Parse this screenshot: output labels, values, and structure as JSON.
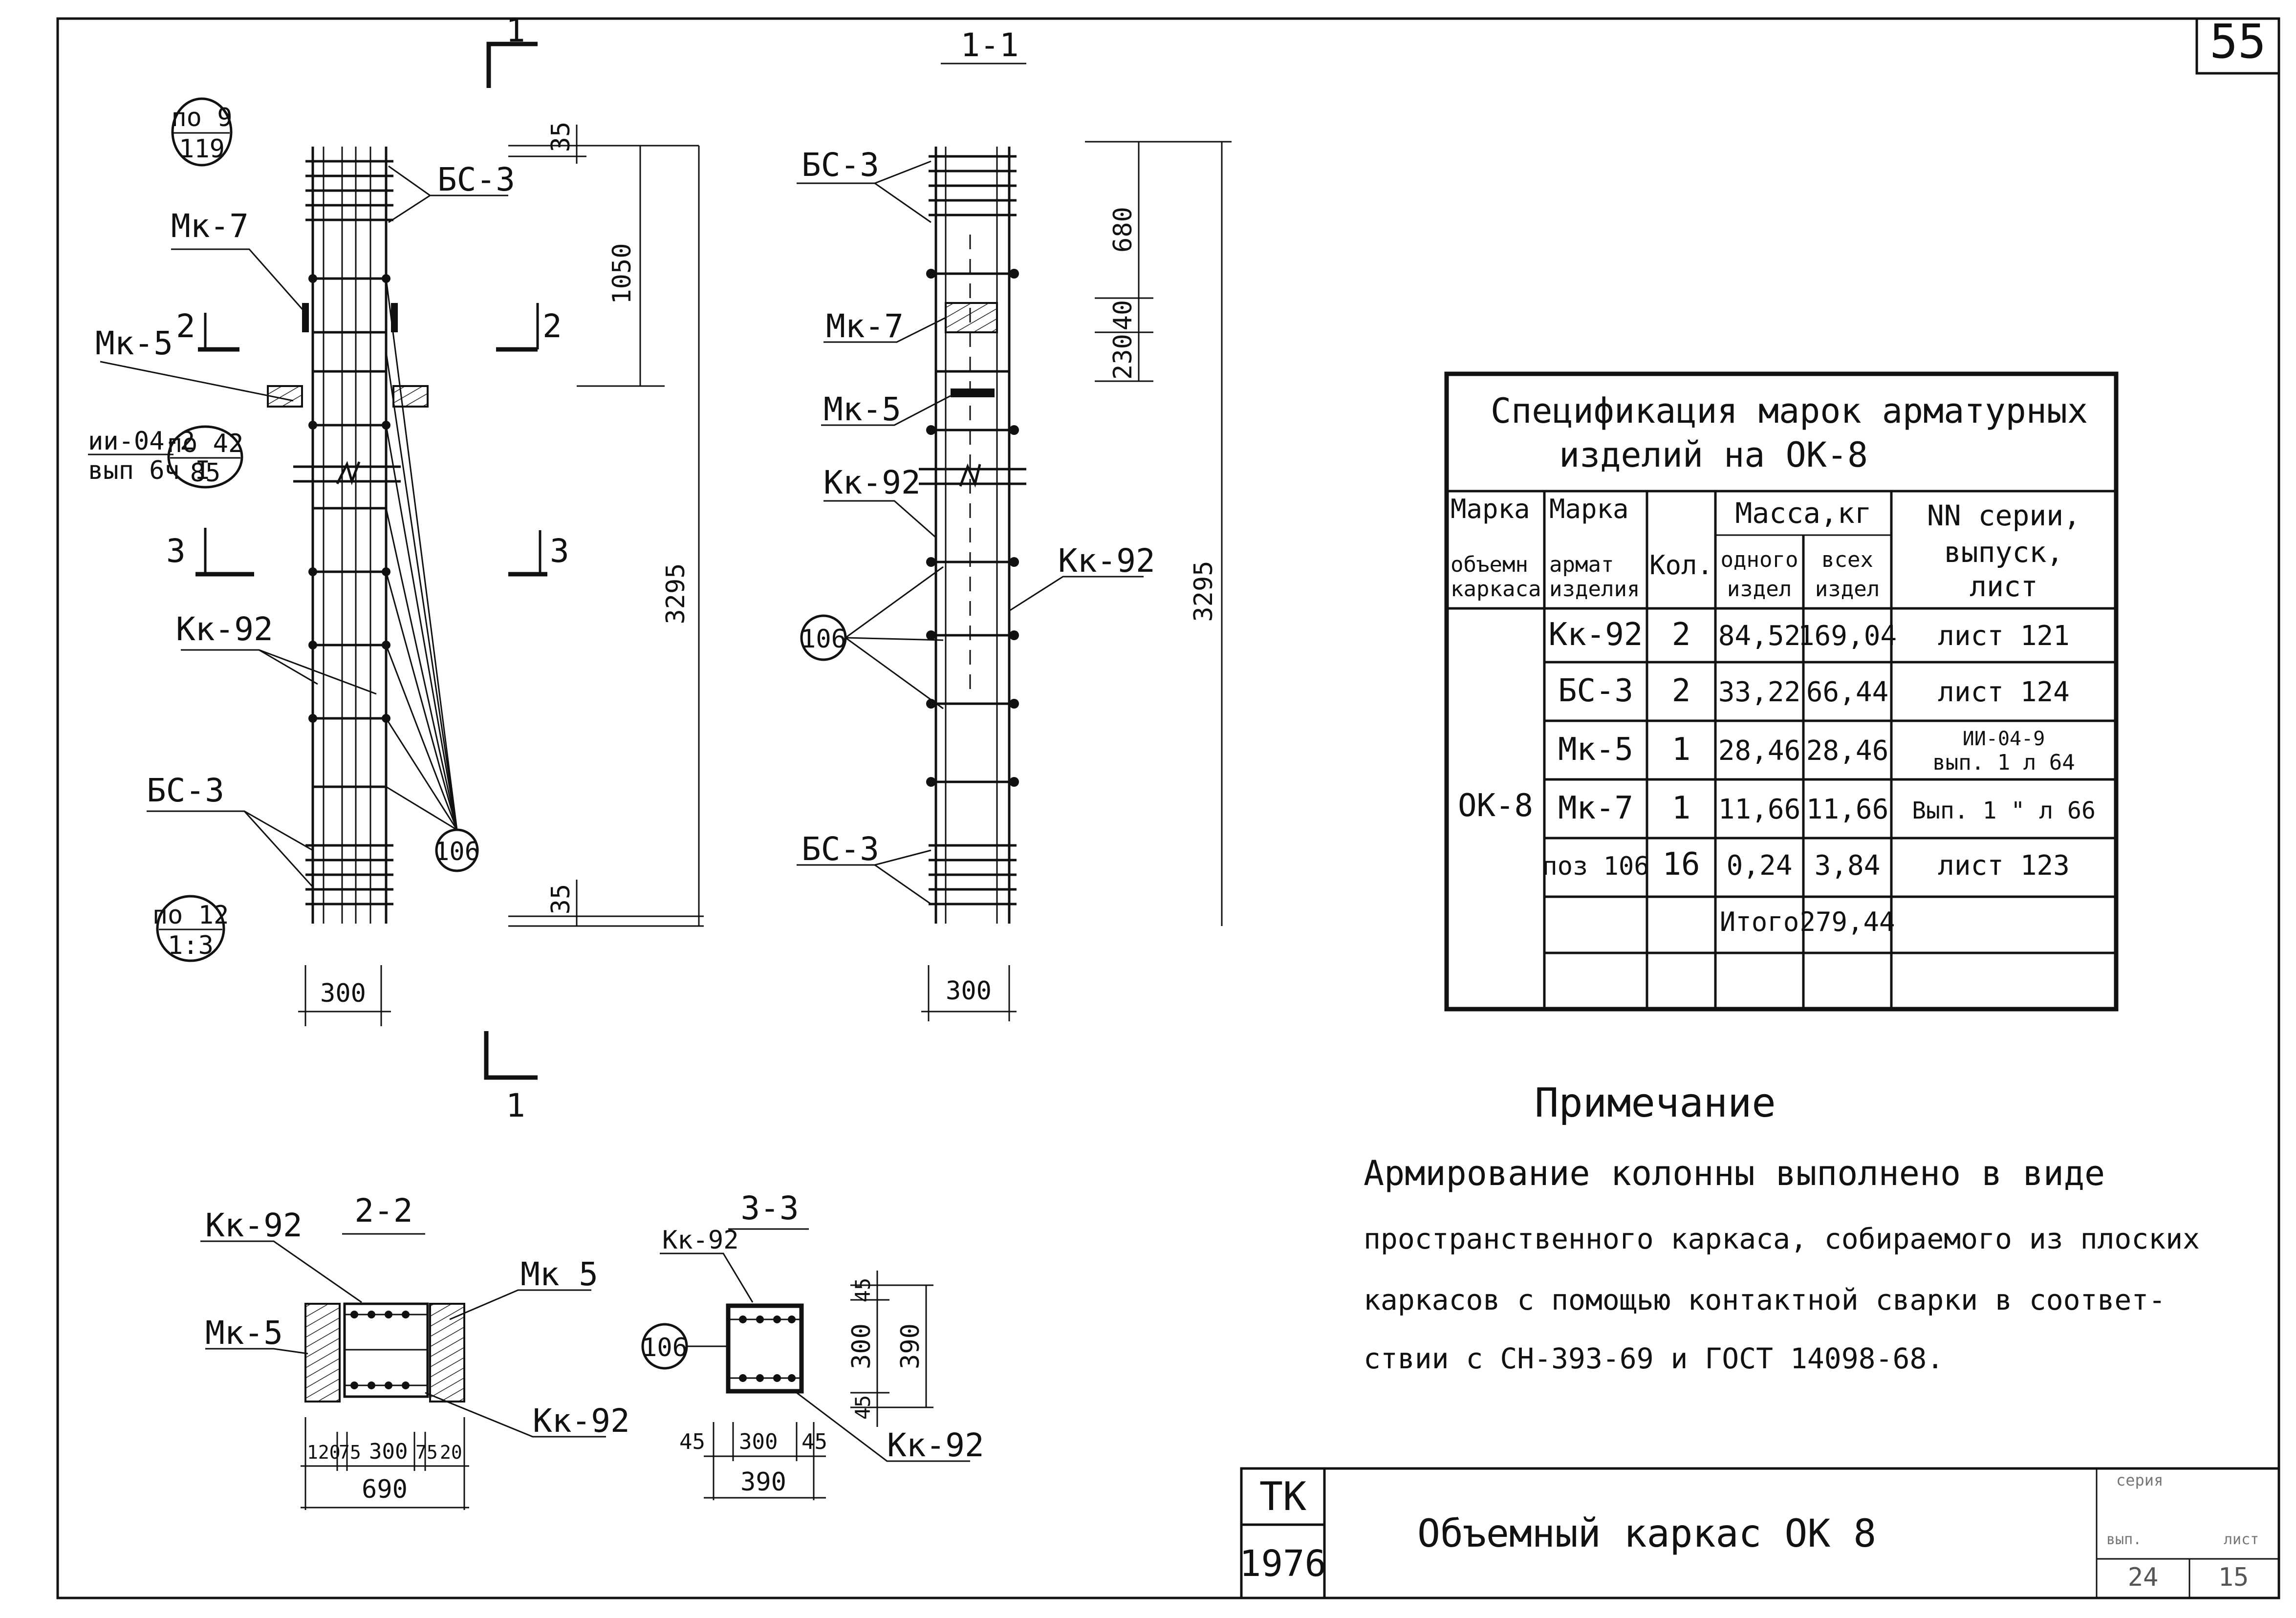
{
  "page_number": "55",
  "elevation": {
    "section_mark": "1",
    "labels": {
      "bs3_top": "БС-3",
      "mk7": "Мк-7",
      "mk5": "Мк-5",
      "kk92": "Кк-92",
      "bs3_bottom": "БС-3",
      "pos106": "106",
      "cut2": "2",
      "cut3": "3"
    },
    "callouts": {
      "top": {
        "num": "по 9",
        "den": "119"
      },
      "mid_ref": {
        "text1": "ии-04-2",
        "text2": "вып 6ч I",
        "num": "по 42",
        "den": "85"
      },
      "bottom": {
        "num": "по 12",
        "den": "1:3"
      }
    },
    "dims": {
      "top": "35",
      "upper": "1050",
      "total": "3295",
      "bottom": "35",
      "width": "300"
    }
  },
  "section_1_1": {
    "title": "1-1",
    "labels": {
      "bs3_top": "БС-3",
      "mk7": "Мк-7",
      "mk5": "Мк-5",
      "kk92_left": "Кк-92",
      "kk92_right": "Кк-92",
      "pos106": "106",
      "bs3_bottom": "БС-3"
    },
    "dims": {
      "d680": "680",
      "d40": "40",
      "d230": "230",
      "total": "3295",
      "width": "300"
    }
  },
  "section_2_2": {
    "title": "2-2",
    "labels": {
      "kk92_top": "Кк-92",
      "mk5_right": "Мк 5",
      "mk5_left": "Мк-5",
      "kk92_bottom": "Кк-92"
    },
    "dims": {
      "d120": "120",
      "d75a": "75",
      "d300": "300",
      "d75b": "75",
      "d20": "20",
      "total": "690"
    }
  },
  "section_3_3": {
    "title": "3-3",
    "labels": {
      "kk92_top": "Кк-92",
      "pos106": "106",
      "kk92_bottom": "Кк-92"
    },
    "dims": {
      "d45a": "45",
      "d300": "300",
      "d45b": "45",
      "total": "390",
      "v45a": "45",
      "v300": "300",
      "v45b": "45",
      "vtotal": "390"
    }
  },
  "spec_table": {
    "title_line1": "Спецификация марок арматурных",
    "title_line2": "изделий на ОК-8",
    "headers": {
      "col1": [
        "Марка",
        "объемн",
        "каркаса"
      ],
      "col2": [
        "Марка",
        "армат",
        "изделия"
      ],
      "col3": "Кол.",
      "mass": "Масса,кг",
      "mass_one": [
        "одного",
        "издел"
      ],
      "mass_all": [
        "всех",
        "издел"
      ],
      "series": [
        "NN серии,",
        "выпуск,",
        "лист"
      ]
    },
    "group_mark": "ОК-8",
    "rows": [
      {
        "mark": "Кк-92",
        "qty": "2",
        "one": "84,52",
        "all": "169,04",
        "ref": "лист 121",
        "ref2": ""
      },
      {
        "mark": "БС-3",
        "qty": "2",
        "one": "33,22",
        "all": "66,44",
        "ref": "лист 124",
        "ref2": ""
      },
      {
        "mark": "Мк-5",
        "qty": "1",
        "one": "28,46",
        "all": "28,46",
        "ref": "ИИ-04-9",
        "ref2": "вып. 1 л 64"
      },
      {
        "mark": "Мк-7",
        "qty": "1",
        "one": "11,66",
        "all": "11,66",
        "ref": "Вып. 1 \" л 66",
        "ref2": ""
      },
      {
        "mark": "поз 106",
        "qty": "16",
        "one": "0,24",
        "all": "3,84",
        "ref": "лист 123",
        "ref2": ""
      }
    ],
    "total_label": "Итого",
    "total_value": "279,44"
  },
  "note": {
    "title": "Примечание",
    "lines": [
      "Армирование колонны выполнено в виде",
      "пространственного каркаса, собираемого из плоских",
      "каркасов с помощью контактной сварки в соответ-",
      "ствии с СН-393-69 и ГОСТ 14098-68."
    ]
  },
  "title_block": {
    "code1": "ТК",
    "code2": "1976",
    "title": "Объемный каркас ОК 8",
    "series": "серия",
    "issue": "вып.",
    "sheet": "лист",
    "issue_val": "24",
    "sheet_val": "15"
  }
}
